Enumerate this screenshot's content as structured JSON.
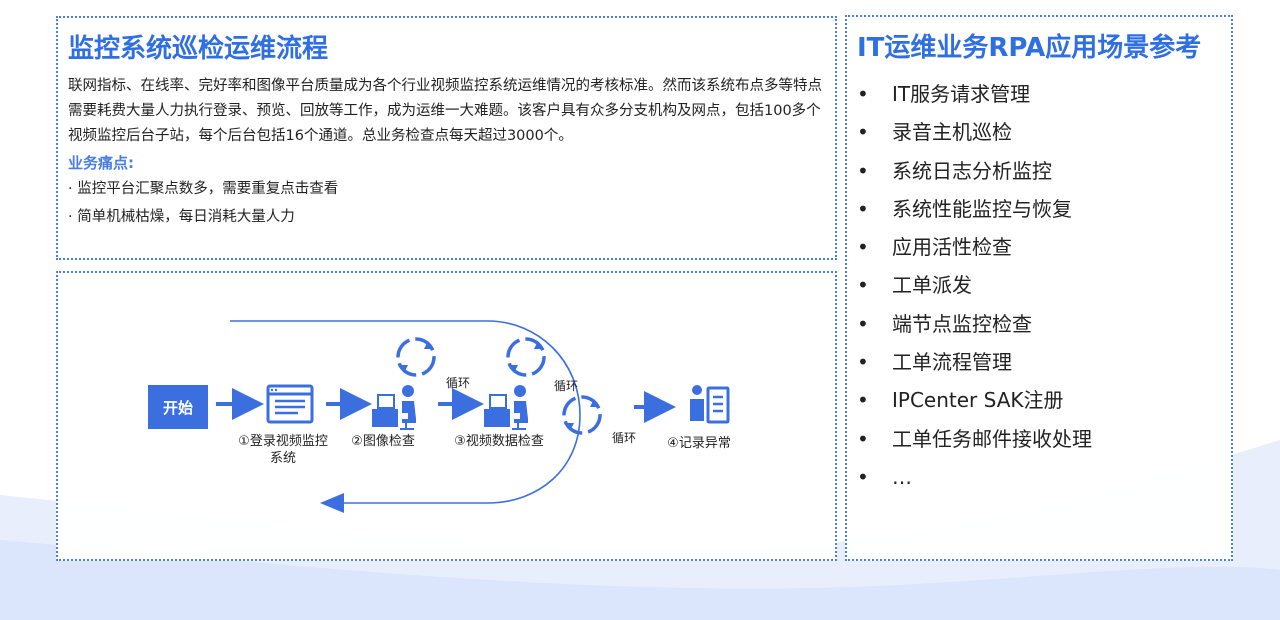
{
  "monitor": {
    "title": "监控系统巡检运维流程",
    "description": "联网指标、在线率、完好率和图像平台质量成为各个行业视频监控系统运维情况的考核标准。然而该系统布点多等特点需要耗费大量人力执行登录、预览、回放等工作，成为运维一大难题。该客户具有众多分支机构及网点，包括100多个视频监控后台子站，每个后台包括16个通道。总业务检查点每天超过3000个。",
    "pain_title": "业务痛点:",
    "pain_points": [
      "· 监控平台汇聚点数多，需要重复点击查看",
      "· 简单机械枯燥，每日消耗大量人力"
    ]
  },
  "flow": {
    "start_label": "开始",
    "steps": [
      "①登录视频监控系统",
      "②图像检查",
      "③视频数据检查",
      "④记录异常"
    ],
    "loop_labels": [
      "循环",
      "循环",
      "循环"
    ],
    "accent": "#3b6fe0",
    "icons": [
      "browser-window-icon",
      "person-at-computer-icon",
      "person-at-computer-icon",
      "person-document-icon",
      "cycle-arrows-icon"
    ]
  },
  "rpa": {
    "title": "IT运维业务RPA应用场景参考",
    "bullet": "•",
    "items": [
      "IT服务请求管理",
      "录音主机巡检",
      "系统日志分析监控",
      "系统性能监控与恢复",
      "应用活性检查",
      "工单派发",
      "端节点监控检查",
      "工单流程管理",
      "IPCenter SAK注册",
      "工单任务邮件接收处理",
      "…"
    ]
  }
}
